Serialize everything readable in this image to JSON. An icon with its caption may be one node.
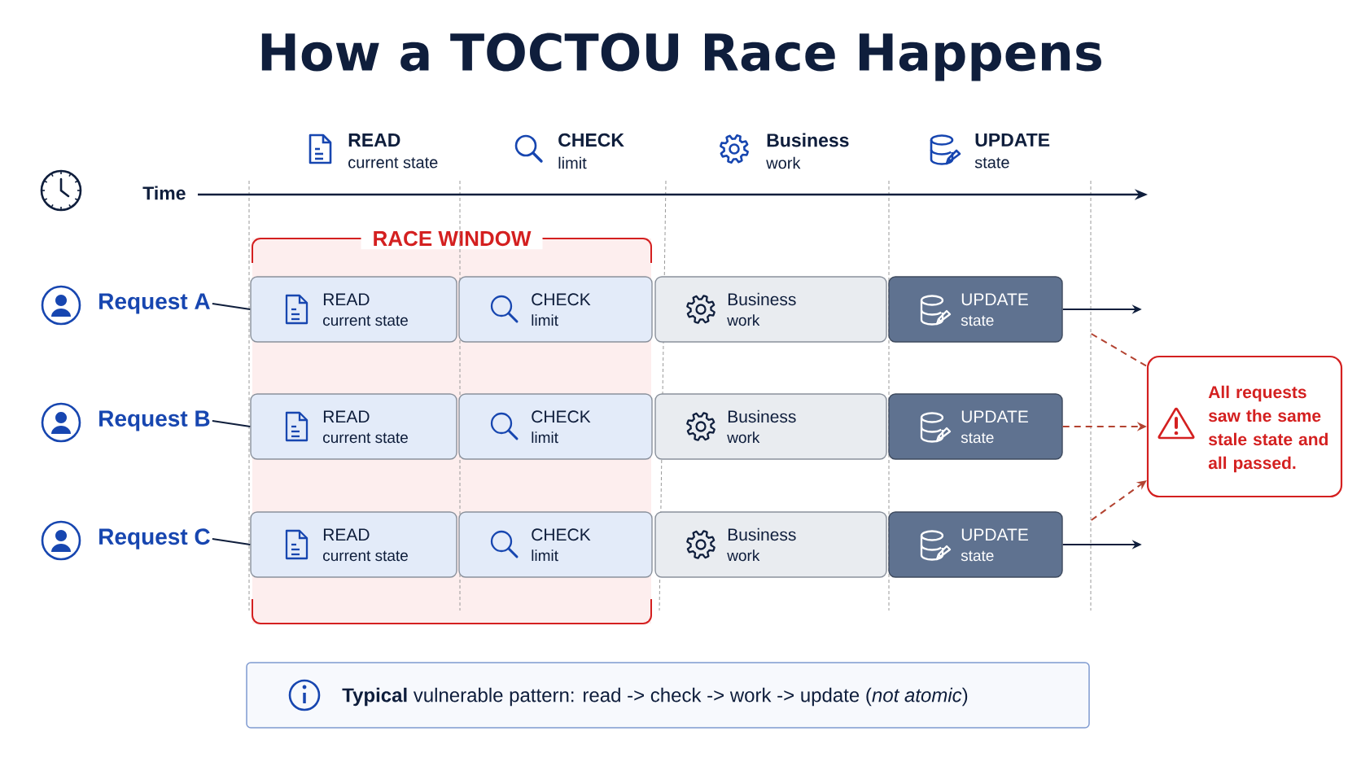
{
  "diagram": {
    "title": "How a TOCTOU Race Happens",
    "nodes": [
      {
        "text": [
          "RACE WINDOW"
        ]
      },
      {
        "text": [
          "Request A"
        ]
      },
      {
        "text": [
          "READ",
          "current state"
        ],
        "in": 0
      },
      {
        "text": [
          "CHECK",
          "limit"
        ],
        "in": 0
      },
      {
        "text": [
          "Business",
          "work"
        ]
      },
      {
        "text": [
          "UPDATE",
          "state"
        ]
      },
      {
        "text": [
          "Request B"
        ]
      },
      {
        "text": [
          "READ",
          "current state"
        ],
        "in": 0
      },
      {
        "text": [
          "CHECK",
          "limit"
        ],
        "in": 0
      },
      {
        "text": [
          "Business",
          "work"
        ]
      },
      {
        "text": [
          "UPDATE",
          "state"
        ]
      },
      {
        "text": [
          "Request C"
        ]
      },
      {
        "text": [
          "READ",
          "current state"
        ],
        "in": 0
      },
      {
        "text": [
          "CHECK",
          "limit"
        ],
        "in": 0
      },
      {
        "text": [
          "Business",
          "work"
        ]
      },
      {
        "text": [
          "UPDATE",
          "state"
        ]
      },
      {
        "text": [
          "All requests saw the same stale state and all passed."
        ]
      },
      {
        "text": [
          "**Typical** vulnerable pattern: read -> check -> work -> update (*not atomic*)"
        ]
      }
    ],
    "edges": [
      {
        "from": 1,
        "to": 2,
        "arrow": "none"
      },
      {
        "from": 6,
        "to": 7,
        "arrow": "none"
      },
      {
        "from": 11,
        "to": 12,
        "arrow": "none"
      },
      {
        "from": 5,
        "to": null,
        "arrow": "to"
      },
      {
        "from": 5,
        "to": 16,
        "arrow": "none",
        "style": "dashed",
        "color": "#d42020"
      },
      {
        "from": 10,
        "to": 16,
        "arrow": "to",
        "style": "dashed",
        "color": "#d42020"
      },
      {
        "from": 15,
        "to": 16,
        "arrow": "to",
        "style": "dashed",
        "color": "#d42020"
      },
      {
        "from": 15,
        "to": null,
        "arrow": "to"
      }
    ],
    "labels": [
      "READ",
      "current state",
      "CHECK",
      "limit",
      "Business",
      "work",
      "UPDATE",
      "state",
      "Time"
    ]
  }
}
